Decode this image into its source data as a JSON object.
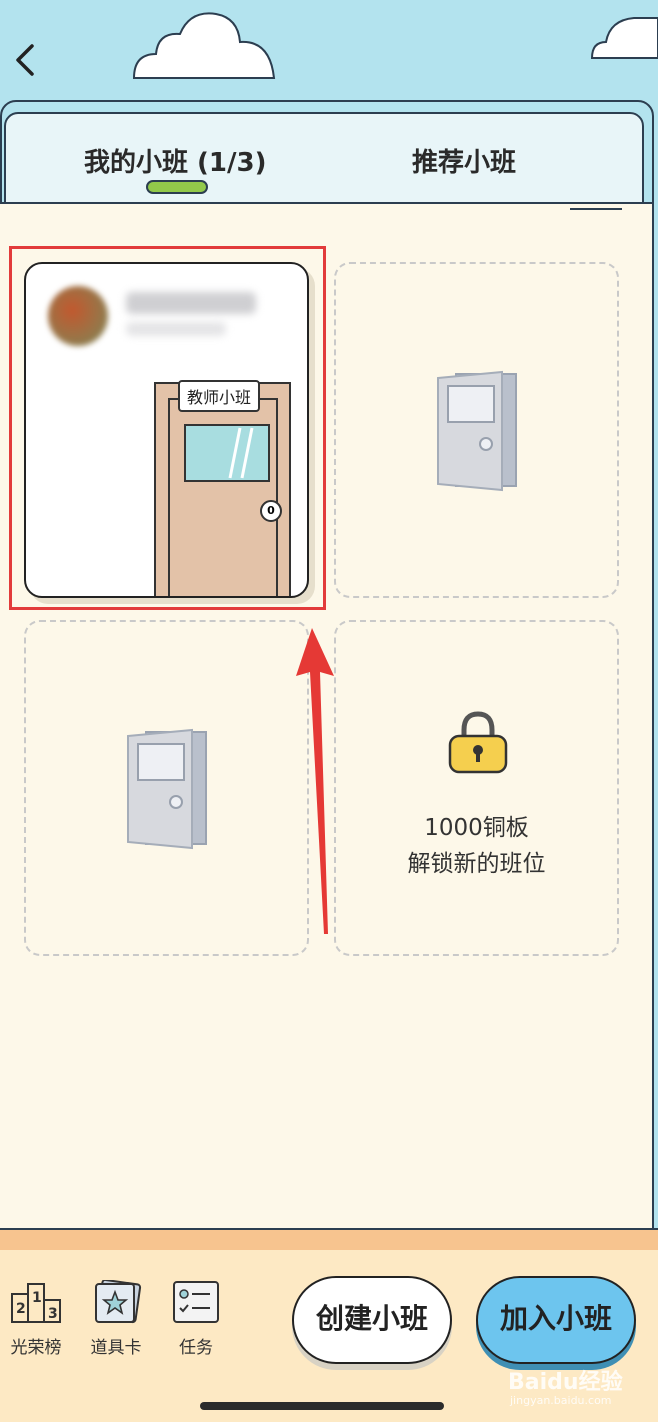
{
  "header": {
    "back_icon": "chevron-left-icon"
  },
  "tabs": [
    {
      "label": "我的小班 (1/3)",
      "active": true
    },
    {
      "label": "推荐小班",
      "active": false
    }
  ],
  "classes": {
    "my_class": {
      "sign": "教师小班"
    },
    "locked_slot": {
      "line1": "1000铜板",
      "line2": "解锁新的班位"
    }
  },
  "toolbar": {
    "rank_label": "光荣榜",
    "card_label": "道具卡",
    "task_label": "任务",
    "create_label": "创建小班",
    "join_label": "加入小班"
  },
  "watermark": {
    "brand": "Baidu经验",
    "url": "jingyan.baidu.com"
  },
  "colors": {
    "sky": "#b3e3ee",
    "board": "#fdf8e9",
    "join_button": "#6dc5ee",
    "highlight": "#e23b3b",
    "indicator": "#92c94a"
  }
}
